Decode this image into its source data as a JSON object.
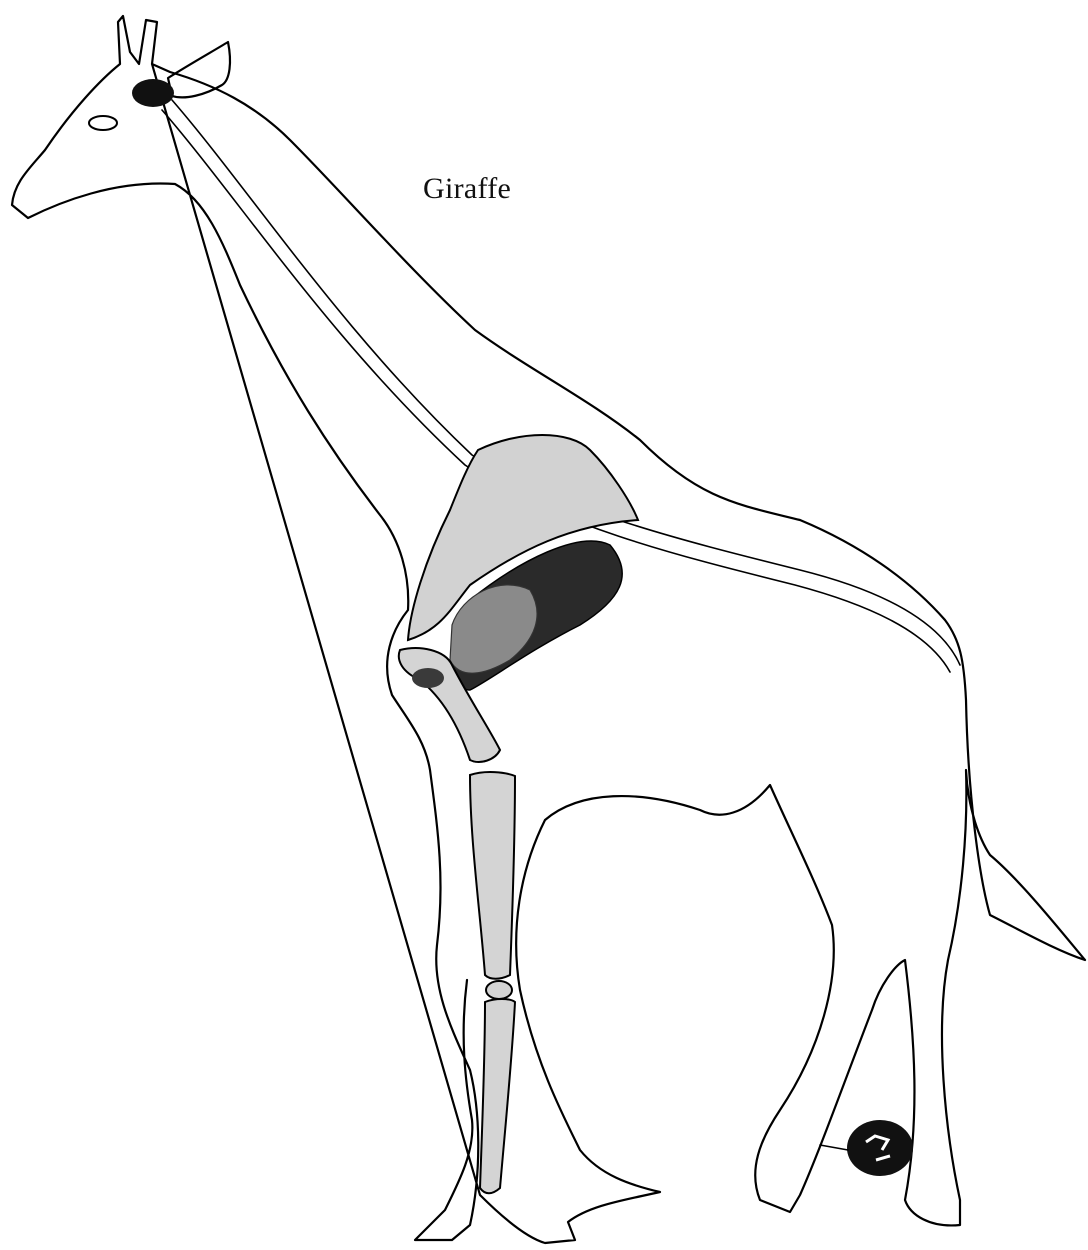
{
  "title": "Giraffe",
  "colors": {
    "outline": "#000000",
    "bone_fill": "#d3d3d3",
    "muscle_dark": "#2a2a2a",
    "muscle_mid": "#8a8a8a",
    "background": "#ffffff"
  },
  "parts": [
    "body-outline",
    "ear-outline",
    "eye-icon",
    "inner-ear-marker",
    "spine-line",
    "scapula",
    "muscle-dark",
    "muscle-mid",
    "humerus",
    "radius",
    "carpal-joint",
    "metacarpal",
    "hoof-marker"
  ]
}
